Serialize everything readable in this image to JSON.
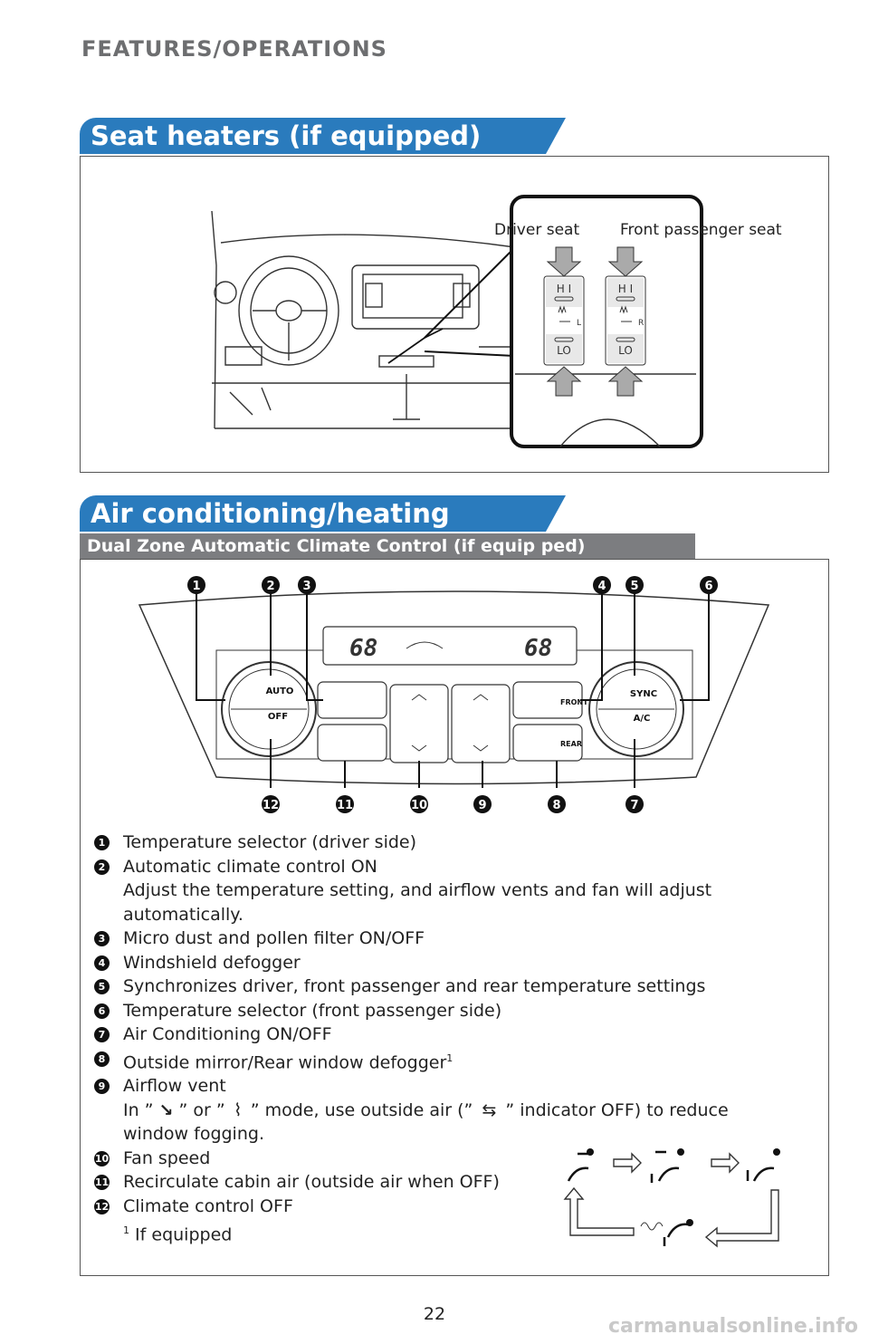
{
  "header": {
    "section": "FEATURES/OPERATIONS"
  },
  "seat_heaters": {
    "title": "Seat heaters (if equipped)",
    "driver_label": "Driver seat",
    "passenger_label": "Front passenger seat",
    "hi": "H I",
    "lo": "LO",
    "left_tag": "L",
    "right_tag": "R"
  },
  "air": {
    "title": "Air conditioning/heating",
    "subtitle": "Dual Zone Automatic Climate Control (if equip ped)",
    "display_left": "68",
    "display_right": "68",
    "buttons": {
      "auto": "AUTO",
      "off": "OFF",
      "sync": "SYNC",
      "ac": "A/C",
      "front": "FRONT",
      "rear": "REAR"
    },
    "callouts_top": [
      "1",
      "2",
      "3",
      "4",
      "5",
      "6"
    ],
    "callouts_bottom": [
      "12",
      "11",
      "10",
      "9",
      "8",
      "7"
    ]
  },
  "items": [
    {
      "n": "1",
      "text": "Temperature selector (driver side)"
    },
    {
      "n": "2",
      "text": "Automatic climate control ON",
      "extra": "Adjust the temperature setting, and airflow vents and fan will adjust automatically."
    },
    {
      "n": "3",
      "text": "Micro dust and pollen filter ON/OFF"
    },
    {
      "n": "4",
      "text": "Windshield defogger"
    },
    {
      "n": "5",
      "text": "Synchronizes driver, front passenger and rear temperature settings"
    },
    {
      "n": "6",
      "text": "Temperature selector (front passenger side)"
    },
    {
      "n": "7",
      "text": "Air Conditioning ON/OFF"
    },
    {
      "n": "8",
      "text": "Outside mirror/Rear window defogger",
      "sup": "1"
    },
    {
      "n": "9",
      "text": "Airflow vent",
      "extra_a": "In ”",
      "extra_b": "” or ”",
      "extra_c": "” mode, use outside air (”",
      "extra_d": "” indicator OFF) to reduce window fogging."
    },
    {
      "n": "10",
      "text": "Fan speed"
    },
    {
      "n": "11",
      "text": "Recirculate cabin air (outside air when OFF)"
    },
    {
      "n": "12",
      "text": "Climate control OFF"
    }
  ],
  "footnote": {
    "mark": "1",
    "text": "If equipped"
  },
  "page_number": "22",
  "watermark": "carmanualsonline.info"
}
